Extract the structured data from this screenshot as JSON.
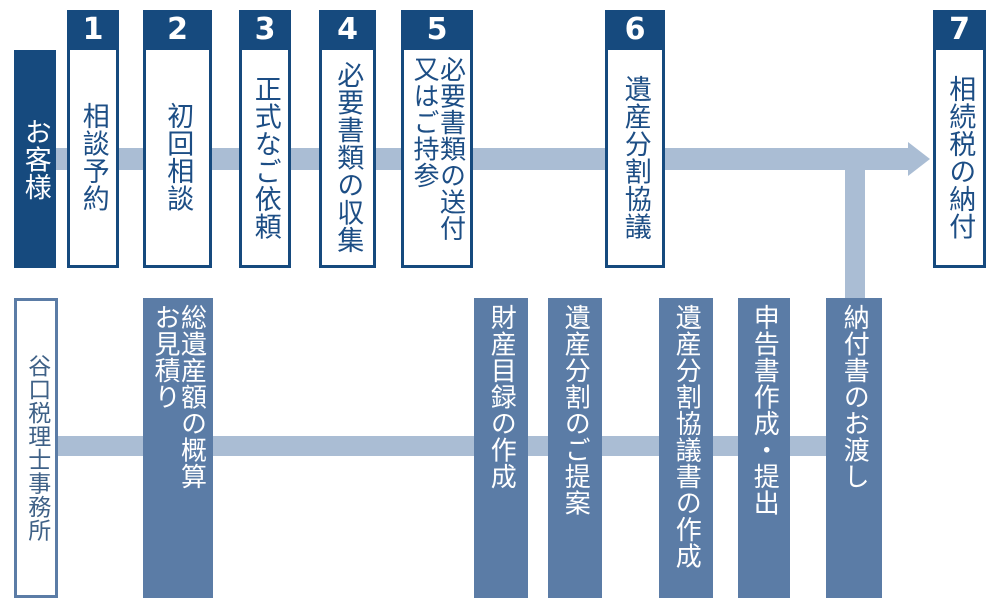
{
  "diagram": {
    "title_customer_lane": "お客様",
    "title_office_lane": "谷口税理士事務所",
    "colors": {
      "navy": "#164a7e",
      "step_text": "#1d4e85",
      "task_fill": "#5b7ca6",
      "connector": "#aabdd4",
      "outline": "#5b7ca6",
      "white": "#ffffff"
    }
  },
  "customer_lane": {
    "label": "お客様",
    "steps": [
      {
        "number": "1",
        "label": "相談予約"
      },
      {
        "number": "2",
        "label": "初回相談"
      },
      {
        "number": "3",
        "label": "正式なご依頼"
      },
      {
        "number": "4",
        "label": "必要書類の収集"
      },
      {
        "number": "5",
        "label": "必要書類の送付",
        "label2": "又はご持参"
      },
      {
        "number": "6",
        "label": "遺産分割協議"
      },
      {
        "number": "7",
        "label": "相続税の納付"
      }
    ]
  },
  "office_lane": {
    "label": "谷口税理士事務所",
    "tasks": [
      {
        "label": "総遺産額の概算",
        "label2": "お見積り"
      },
      {
        "label": "財産目録の作成"
      },
      {
        "label": "遺産分割のご提案"
      },
      {
        "label": "遺産分割協議書の作成"
      },
      {
        "label": "申告書作成・提出"
      },
      {
        "label": "納付書のお渡し"
      }
    ]
  }
}
